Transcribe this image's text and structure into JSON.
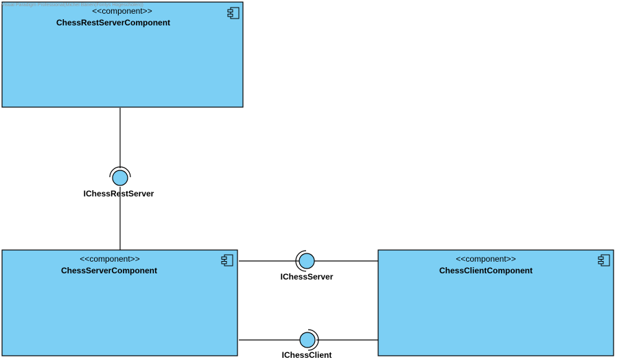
{
  "watermark": "Visual Paradigm Professional(Michel Bänen(Fontys Hogescholen))",
  "stereotype": "<<component>>",
  "components": {
    "rest_server": {
      "name": "ChessRestServerComponent"
    },
    "server": {
      "name": "ChessServerComponent"
    },
    "client": {
      "name": "ChessClientComponent"
    }
  },
  "interfaces": {
    "rest_server": {
      "label": "IChessRestServer"
    },
    "server": {
      "label": "IChessServer"
    },
    "client": {
      "label": "IChessClient"
    }
  },
  "colors": {
    "component_fill": "#7ccff4",
    "stroke": "#000000",
    "watermark": "#9a9a9a"
  }
}
